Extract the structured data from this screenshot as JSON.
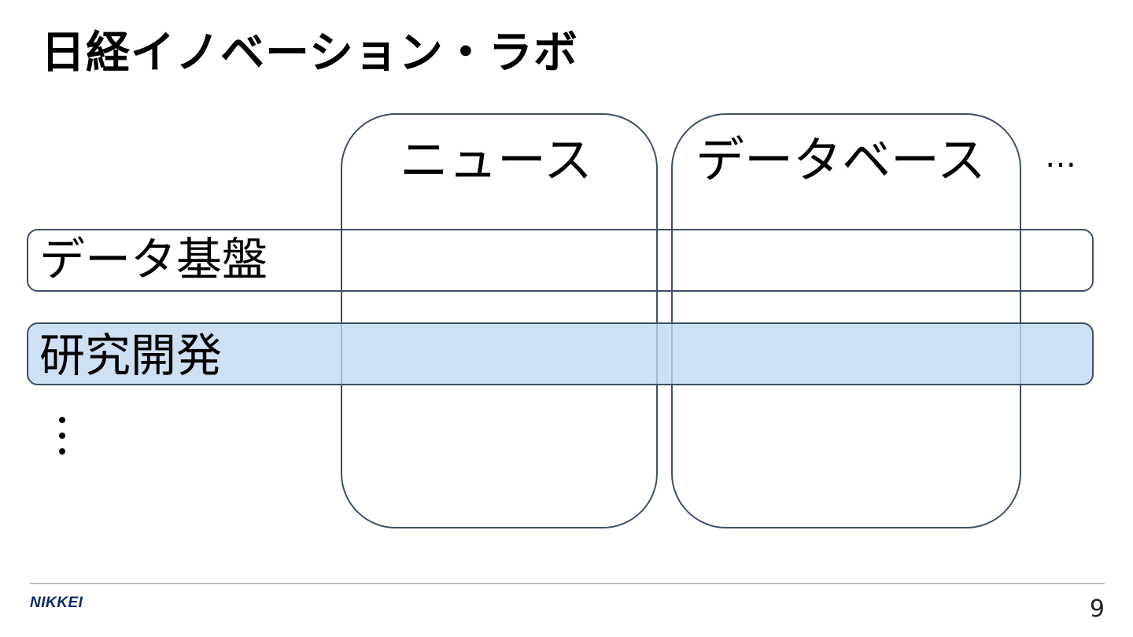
{
  "slide": {
    "title": "日経イノベーション・ラボ"
  },
  "columns": [
    {
      "label": "ニュース"
    },
    {
      "label": "データベース"
    }
  ],
  "columns_more": "…",
  "rows": [
    {
      "label": "データ基盤"
    },
    {
      "label": "研究開発"
    }
  ],
  "rows_more": "⋮",
  "footer": {
    "logo": "NIKKEI",
    "page_number": "9"
  },
  "colors": {
    "outline": "#3f4f68",
    "highlight_row": "#c0d7f0",
    "logo": "#0b2a68"
  }
}
